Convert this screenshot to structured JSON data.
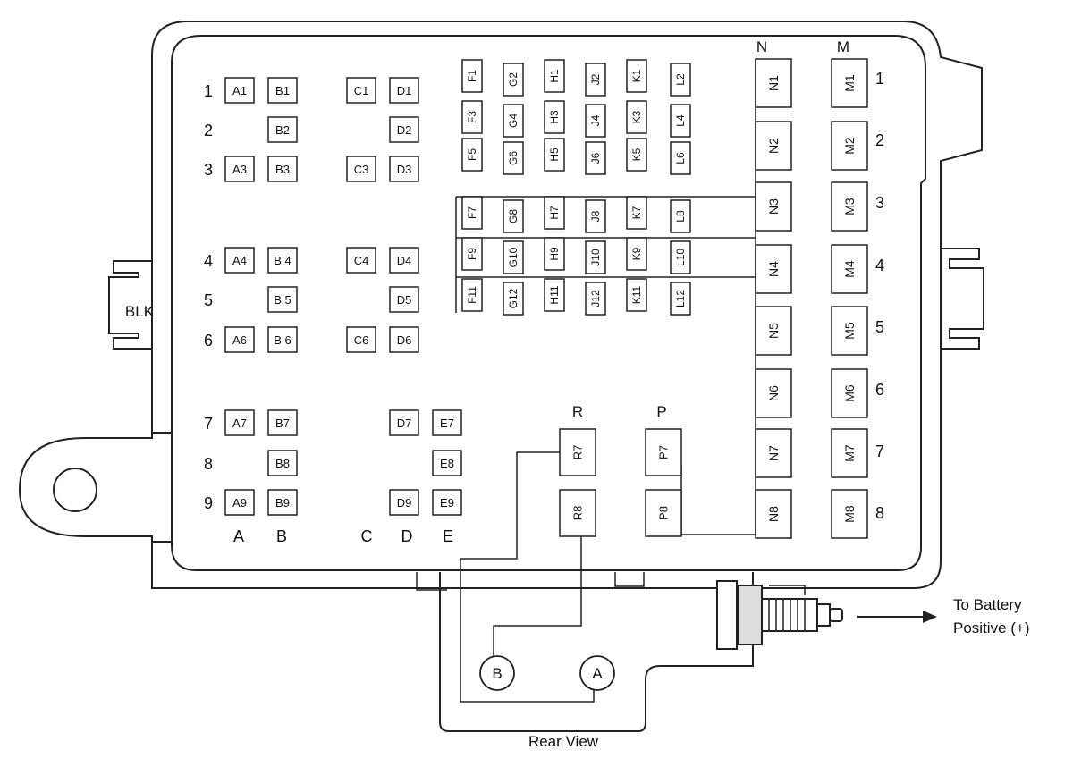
{
  "labels": {
    "rows": [
      "1",
      "2",
      "3",
      "4",
      "5",
      "6",
      "7",
      "8",
      "9"
    ],
    "columns": [
      "A",
      "B",
      "C",
      "D",
      "E"
    ],
    "blk": "BLK",
    "n_column": "N",
    "m_column": "M",
    "m_rows": [
      "1",
      "2",
      "3",
      "4",
      "5",
      "6",
      "7",
      "8"
    ],
    "r_label": "R",
    "p_label": "P",
    "terminal_a": "A",
    "terminal_b": "B",
    "rear_view": "Rear View",
    "battery_line1": "To Battery",
    "battery_line2": "Positive (+)"
  },
  "left_fuses": [
    "A1",
    "B1",
    "C1",
    "D1",
    "B2",
    "D2",
    "A3",
    "B3",
    "C3",
    "D3",
    "A4",
    "B 4",
    "C4",
    "D4",
    "B 5",
    "D5",
    "A6",
    "B 6",
    "C6",
    "D6",
    "A7",
    "B7",
    "D7",
    "E7",
    "B8",
    "E8",
    "A9",
    "B9",
    "D9",
    "E9"
  ],
  "mid_fuses": [
    "F1",
    "G2",
    "H1",
    "J2",
    "K1",
    "L2",
    "F3",
    "G4",
    "H3",
    "J4",
    "K3",
    "L4",
    "F5",
    "G6",
    "H5",
    "J6",
    "K5",
    "L6",
    "F7",
    "G8",
    "H7",
    "J8",
    "K7",
    "L8",
    "F9",
    "G10",
    "H9",
    "J10",
    "K9",
    "L10",
    "F11",
    "G12",
    "H11",
    "J12",
    "K11",
    "L12"
  ],
  "n_relays": [
    "N1",
    "N2",
    "N3",
    "N4",
    "N5",
    "N6",
    "N7",
    "N8"
  ],
  "m_relays": [
    "M1",
    "M2",
    "M3",
    "M4",
    "M5",
    "M6",
    "M7",
    "M8"
  ],
  "r_relays": [
    "R7",
    "R8"
  ],
  "p_relays": [
    "P7",
    "P8"
  ]
}
